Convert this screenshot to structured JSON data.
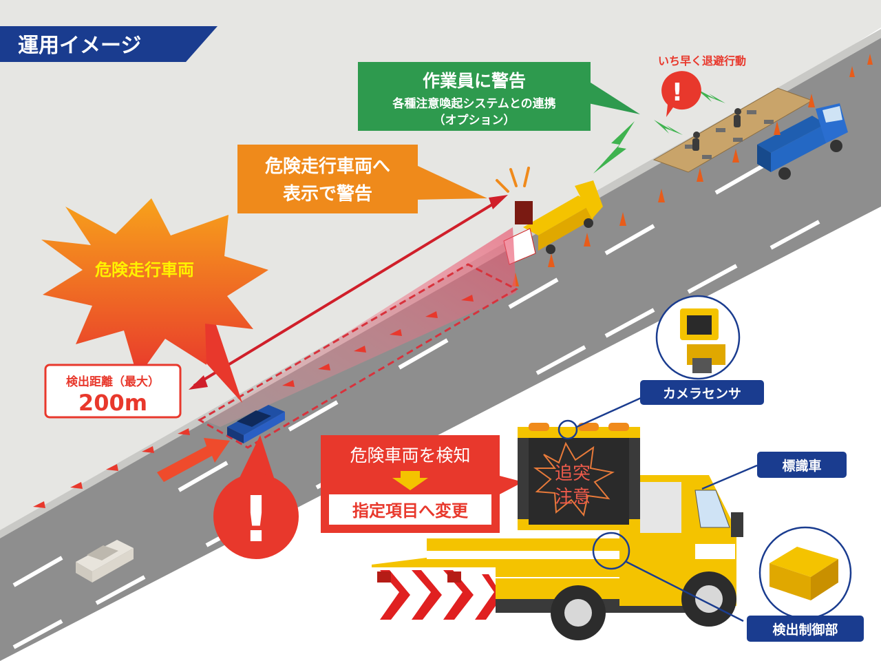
{
  "header": {
    "title": "運用イメージ"
  },
  "callouts": {
    "danger_vehicle": "危険走行車両",
    "display_warning": {
      "line1": "危険走行車両へ",
      "line2": "表示で警告"
    },
    "worker_warning": {
      "title": "作業員に警告",
      "line2": "各種注意喚起システムとの連携",
      "line3": "（オプション）"
    },
    "evacuate": "いち早く退避行動",
    "detection_distance": {
      "label": "検出距離（最大）",
      "value": "200m"
    },
    "detect_change": {
      "line1": "危険車両を検知",
      "line2": "指定項目へ変更"
    }
  },
  "sign_board": {
    "line1": "追突",
    "line2": "注意"
  },
  "parts": {
    "camera_sensor": "カメラセンサ",
    "sign_vehicle": "標識車",
    "detection_control": "検出制御部"
  },
  "colors": {
    "navy": "#1a3c8f",
    "red": "#e8382c",
    "orange": "#ef8a1b",
    "green": "#2e9a4e",
    "yellow": "#f4c300",
    "road": "#8e8e8e"
  }
}
